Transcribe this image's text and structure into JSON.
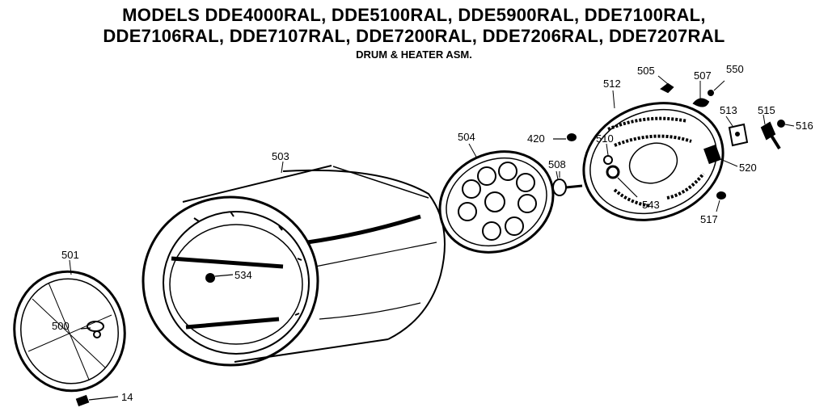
{
  "header": {
    "title_line1": "MODELS DDE4000RAL, DDE5100RAL, DDE5900RAL, DDE7100RAL,",
    "title_line2": "DDE7106RAL, DDE7107RAL, DDE7200RAL, DDE7206RAL, DDE7207RAL",
    "subtitle": "DRUM & HEATER ASM."
  },
  "callouts": {
    "c500": "500",
    "c501": "501",
    "c503": "503",
    "c504": "504",
    "c505": "505",
    "c507": "507",
    "c508": "508",
    "c510": "510",
    "c512": "512",
    "c513": "513",
    "c515": "515",
    "c516": "516",
    "c517": "517",
    "c520": "520",
    "c534": "534",
    "c543": "543",
    "c550": "550",
    "c4420": "420",
    "c14": "14"
  }
}
